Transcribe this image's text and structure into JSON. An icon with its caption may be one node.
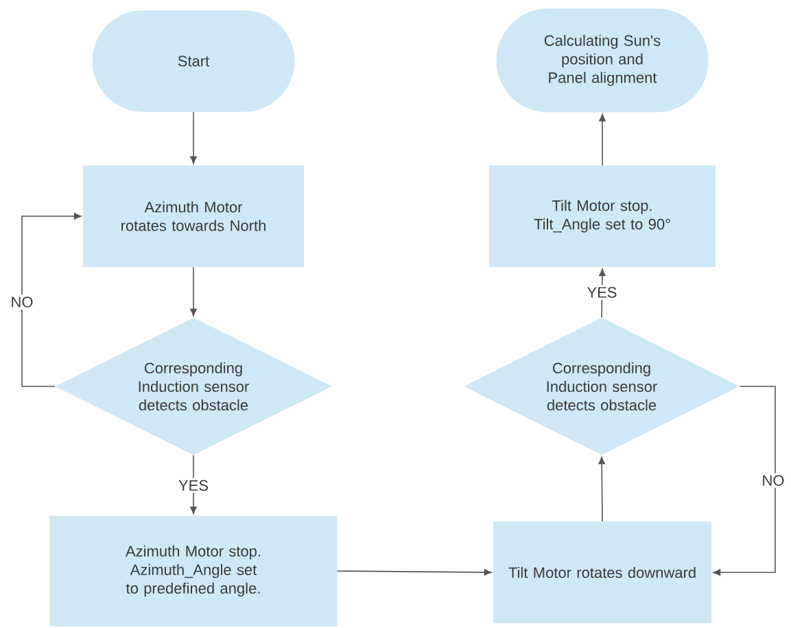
{
  "diagram": {
    "nodes": [
      {
        "text": [
          "Start"
        ]
      },
      {
        "text": [
          "Azimuth Motor rotates towards North"
        ]
      },
      {
        "text": [
          "Corresponding Induction sensor detects obstacle"
        ]
      },
      {
        "text": [
          "Azimuth Motor stop. Azimuth_Angle set to predefined angle."
        ]
      },
      {
        "text": [
          "Tilt Motor rotates downward"
        ]
      },
      {
        "text": [
          "Corresponding Induction sensor detects obstacle"
        ]
      },
      {
        "text": [
          "Tilt Motor stop. Tilt_Angle set to 90°"
        ]
      },
      {
        "text": [
          "Calculating Sun's position and Panel alignment"
        ]
      }
    ],
    "edges": [
      {
        "from": 0,
        "to": 1,
        "arrow": "to"
      },
      {
        "from": 1,
        "to": 2,
        "arrow": "to"
      },
      {
        "from": 2,
        "to": 3,
        "arrow": "to",
        "label": "YES"
      },
      {
        "from": 2,
        "to": 1,
        "arrow": "to",
        "label": "NO"
      },
      {
        "from": 3,
        "to": 4,
        "arrow": "to"
      },
      {
        "from": 4,
        "to": 5,
        "arrow": "to"
      },
      {
        "from": 5,
        "to": 4,
        "arrow": "to",
        "label": "NO"
      },
      {
        "from": 5,
        "to": 6,
        "arrow": "to",
        "label": "YES"
      },
      {
        "from": 6,
        "to": 7,
        "arrow": "to"
      }
    ]
  }
}
